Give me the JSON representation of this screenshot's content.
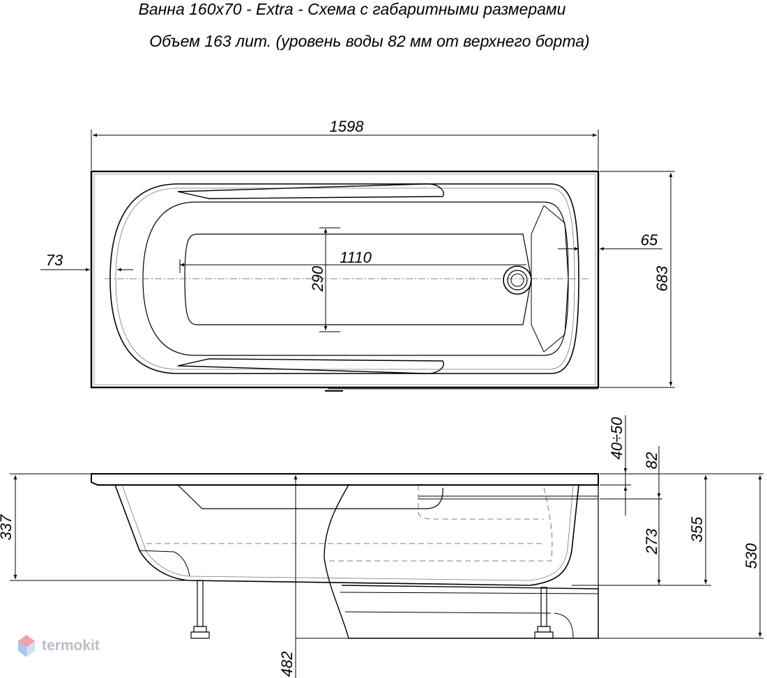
{
  "header": {
    "title": "Ванна 160х70 - Extra - Схема с габаритными размерами",
    "subtitle": "Объем 163 лит. (уровень воды 82 мм от верхнего борта)"
  },
  "dimensions": {
    "length": "1598",
    "width": "683",
    "inner_length": "1110",
    "inner_width": "290",
    "left_rim": "73",
    "right_rim": "65",
    "depth": "337",
    "adjust": "40÷50",
    "water_level": "82",
    "height_273": "273",
    "height_355": "355",
    "height_530": "530",
    "leg_482": "482"
  },
  "watermark": {
    "text": "termokit",
    "icon": "diamond-logo-icon",
    "color": "#b9bec5"
  }
}
